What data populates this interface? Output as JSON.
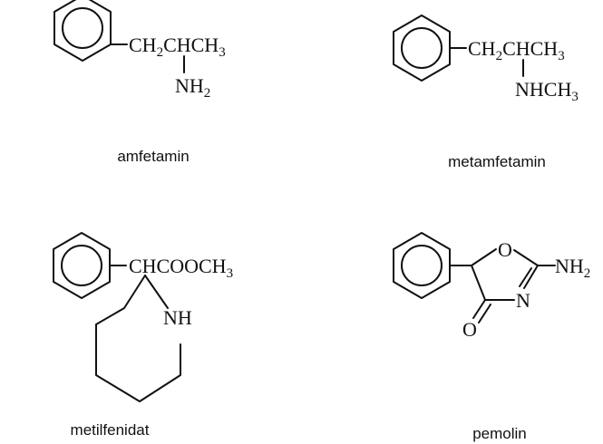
{
  "molecules": {
    "amfetamin": {
      "name": "amfetamin",
      "chain_text": "CH",
      "chain_sub": "2",
      "chain_text2": "CHCH",
      "chain_sub2": "3",
      "amine_text": "NH",
      "amine_sub": "2"
    },
    "metamfetamin": {
      "name": "metamfetamin",
      "chain_text": "CH",
      "chain_sub": "2",
      "chain_text2": "CHCH",
      "chain_sub2": "3",
      "amine_text": "NHCH",
      "amine_sub": "3"
    },
    "metilfenidat": {
      "name": "metilfenidat",
      "chain_text": "CHCOOCH",
      "chain_sub": "3",
      "ring_atom": "NH"
    },
    "pemolin": {
      "name": "pemolin",
      "ring_o": "O",
      "ring_n": "N",
      "carbonyl_o": "O",
      "amine_text": "NH",
      "amine_sub": "2"
    }
  }
}
